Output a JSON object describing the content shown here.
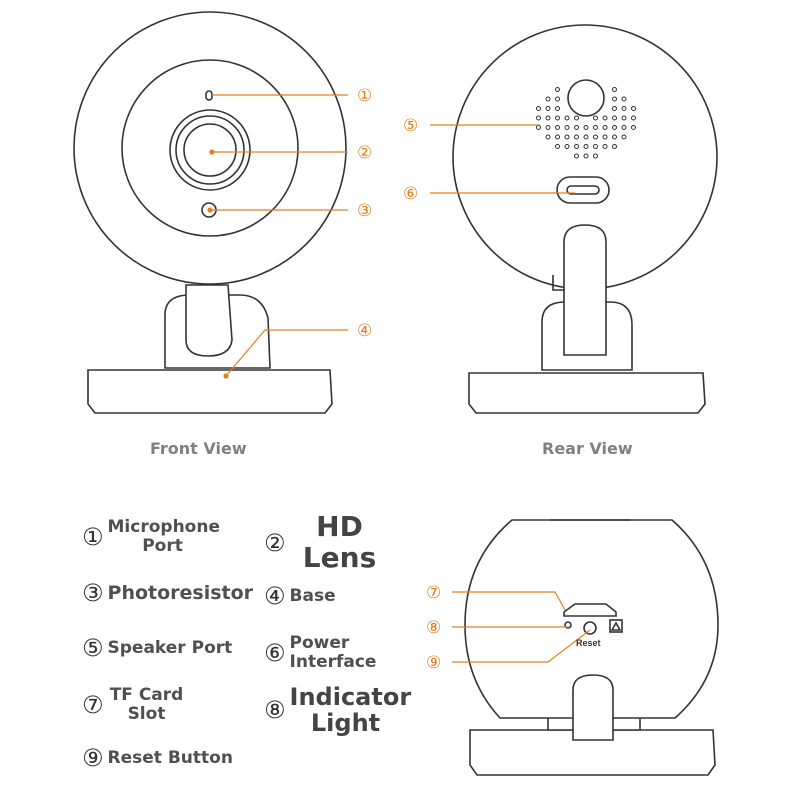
{
  "views": {
    "front_label": "Front View",
    "rear_label": "Rear View"
  },
  "callouts": {
    "c1": "①",
    "c2": "②",
    "c3": "③",
    "c4": "④",
    "c5": "⑤",
    "c6": "⑥",
    "c7": "⑦",
    "c8": "⑧",
    "c9": "⑨"
  },
  "bottom_view": {
    "reset_label": "Reset"
  },
  "legend": [
    {
      "num": "①",
      "text": "Microphone Port"
    },
    {
      "num": "②",
      "text": "HD Lens"
    },
    {
      "num": "③",
      "text": "Photoresistor"
    },
    {
      "num": "④",
      "text": "Base"
    },
    {
      "num": "⑤",
      "text": "Speaker Port"
    },
    {
      "num": "⑥",
      "text": "Power Interface"
    },
    {
      "num": "⑦",
      "text": "TF Card Slot"
    },
    {
      "num": "⑧",
      "text": "Indicator Light"
    },
    {
      "num": "⑨",
      "text": "Reset Button"
    }
  ],
  "colors": {
    "outline": "#333333",
    "callout": "#e0801e"
  }
}
